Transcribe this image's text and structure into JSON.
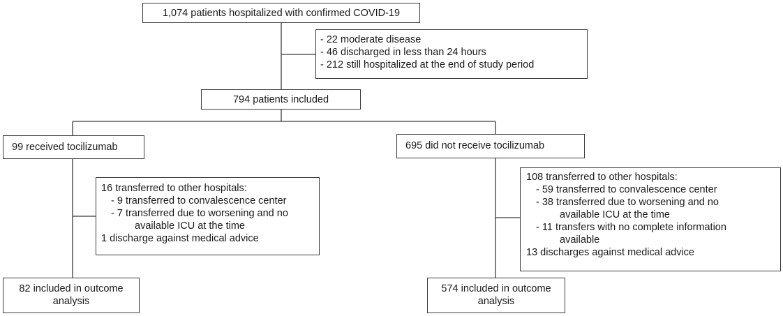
{
  "top": "1,074 patients hospitalized with confirmed COVID-19",
  "exclusions": [
    "- 22 moderate disease",
    "- 46 discharged in less than 24 hours",
    "- 212 still hospitalized at the end of study period"
  ],
  "included": "794 patients included",
  "left": {
    "group": "99 received tocilizumab",
    "removed": [
      "16 transferred to other hospitals:",
      "- 9 transferred to convalescence center",
      "- 7 transferred due to worsening and no",
      "available ICU at the time",
      "1 discharge against medical advice"
    ],
    "outcome": [
      "82 included in outcome",
      "analysis"
    ]
  },
  "right": {
    "group": "695 did not  receive tocilizumab",
    "removed": [
      "108  transferred to other hospitals:",
      "- 59 transferred to convalescence center",
      "- 38 transferred due to worsening and no",
      "available ICU at the time",
      "- 11 transfers with no complete information",
      "available",
      "13 discharges against medical advice"
    ],
    "outcome": [
      "574 included in outcome",
      "analysis"
    ]
  }
}
